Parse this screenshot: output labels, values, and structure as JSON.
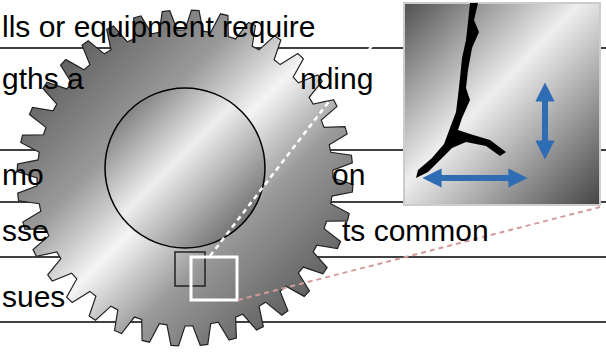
{
  "diagram": {
    "labels": [
      "lls or equipment require",
      "gths a",
      "nding",
      "mo",
      "on",
      "sse",
      "ts common",
      "sues"
    ]
  }
}
